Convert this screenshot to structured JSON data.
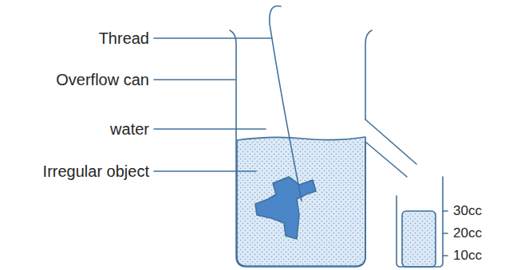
{
  "diagram": {
    "labels": [
      "Thread",
      "Overflow can",
      "water",
      "Irregular object",
      "30cc",
      "20cc",
      "10cc"
    ]
  }
}
